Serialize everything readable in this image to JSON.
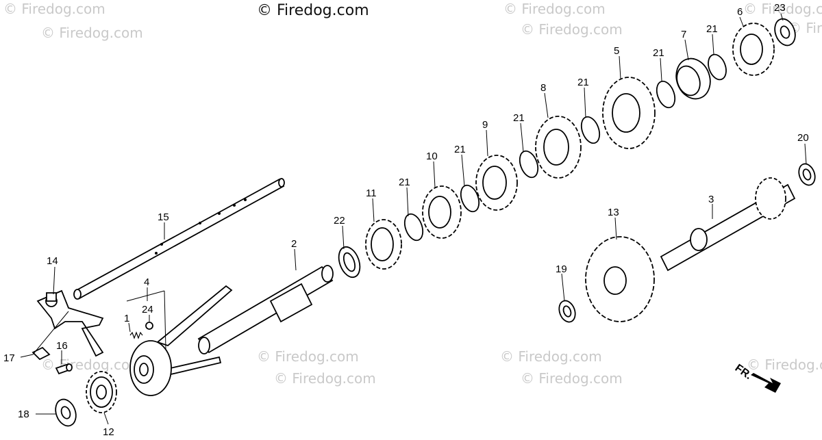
{
  "watermark_main": "© Firedog.com",
  "watermark_faint": "© Firedog.com",
  "direction_label": "FR.",
  "callouts": [
    "1",
    "2",
    "3",
    "4",
    "5",
    "6",
    "7",
    "8",
    "9",
    "10",
    "11",
    "12",
    "13",
    "14",
    "15",
    "16",
    "17",
    "18",
    "19",
    "20",
    "21",
    "22",
    "23",
    "24"
  ]
}
